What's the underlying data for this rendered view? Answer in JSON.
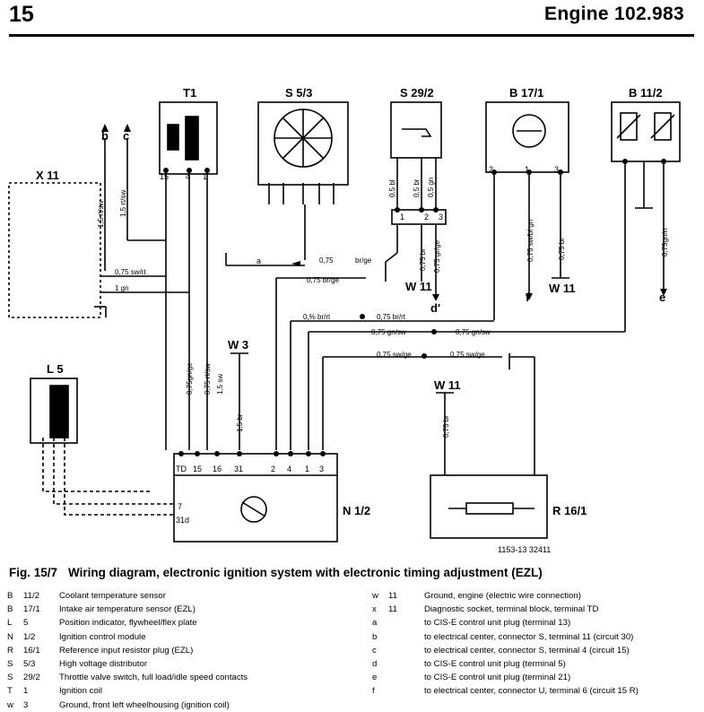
{
  "header": {
    "page_number": "15",
    "title": "Engine   102.983"
  },
  "components": {
    "T1": "T1",
    "S5_3": "S 5/3",
    "S29_2": "S 29/2",
    "B17_1": "B 17/1",
    "B11_2": "B 11/2",
    "X11": "X 11",
    "L5": "L 5",
    "N1_2": "N 1/2",
    "R16_1": "R 16/1",
    "W3": "W 3",
    "W11a": "W 11",
    "W11b": "W 11",
    "W11c": "W 11"
  },
  "wires": {
    "w15rtsw": "1,5 rt/sw",
    "w075swrt": "0,75 sw/rt",
    "w1gn": "1 gn",
    "w075gnge": "0,75gn/ge",
    "w075rtsw": "0,75 rt/sw",
    "w15sw": "1,5 sw",
    "w15br": "1,5 br",
    "w075_a": "0,75",
    "wbrge": "br/ge",
    "w075brge": "0,75 br/ge",
    "w05bl": "0,5 bl",
    "w05br": "0,5 br",
    "w05gn": "0,5 gn",
    "w075br_s": "0,75 br",
    "w075grge": "0,75 gr/ge",
    "w075swbl": "0,75 sw/bl gn",
    "w075br_b": "0,75 br",
    "w075gnrt": "0,75gn/rt",
    "w075brrt_a": "0,% br/rt",
    "w075brrt_b": "0,75 br/rt",
    "w075gnsw_a": "0,75 gn/sw",
    "w075gnsw_b": "0,75 gn/sw",
    "w075swge": "0,75 sw/ge",
    "w075swge_b": "0,75 sw/ge",
    "w075br_w": "0,75 br"
  },
  "markers": {
    "b": "b",
    "c": "c",
    "a": "a",
    "d": "d'",
    "f": "f",
    "e": "e"
  },
  "pins": {
    "t1_15": "15",
    "t1_4": "4",
    "t1_1": "1",
    "s29_1": "1",
    "s29_2": "2",
    "s29_3": "3",
    "b17_2": "2",
    "b17_1": "1",
    "b17_3": "3",
    "n_td": "TD",
    "n_15": "15",
    "n_16": "16",
    "n_31": "31",
    "n_2": "2",
    "n_4": "4",
    "n_1": "1",
    "n_3": "3",
    "n_7": "7",
    "n_31d": "31d"
  },
  "ref_number": "1153-13   32411",
  "caption": {
    "fig": "Fig. 15/7",
    "text": "Wiring diagram, electronic ignition system with electronic timing adjustment (EZL)"
  },
  "legend_left": [
    {
      "code": "B",
      "num": "11/2",
      "desc": "Coolant temperature sensor"
    },
    {
      "code": "B",
      "num": "17/1",
      "desc": "Intake air temperature sensor (EZL)"
    },
    {
      "code": "L",
      "num": "5",
      "desc": "Position indicator, flywheel/flex plate"
    },
    {
      "code": "N",
      "num": "1/2",
      "desc": "Ignition control module"
    },
    {
      "code": "R",
      "num": "16/1",
      "desc": "Reference input resistor plug (EZL)"
    },
    {
      "code": "S",
      "num": "5/3",
      "desc": "High voltage distributor"
    },
    {
      "code": "S",
      "num": "29/2",
      "desc": "Throttle valve switch, full load/idle speed contacts"
    },
    {
      "code": "T",
      "num": "1",
      "desc": "Ignition coil"
    },
    {
      "code": "w",
      "num": "3",
      "desc": "Ground, front left wheelhousing (ignition coil)"
    }
  ],
  "legend_right": [
    {
      "code": "w",
      "num": "11",
      "desc": "Ground, engine (electric wire connection)"
    },
    {
      "code": "x",
      "num": "11",
      "desc": "Diagnostic socket, terminal block, terminal TD"
    },
    {
      "code": "a",
      "num": "",
      "desc": "to CIS-E control unit plug (terminal 13)"
    },
    {
      "code": "b",
      "num": "",
      "desc": "to electrical center, connector S, terminal 11 (circuit 30)"
    },
    {
      "code": "c",
      "num": "",
      "desc": "to electrical center, connector S, terminal 4 (circuit 15)"
    },
    {
      "code": "d",
      "num": "",
      "desc": "to CIS-E control unit plug (terminal 5)"
    },
    {
      "code": "e",
      "num": "",
      "desc": "to CIS-E control unit plug (terminal 21)"
    },
    {
      "code": "f",
      "num": "",
      "desc": "to electrical center, connector U, terminal 6 (circuit 15 R)"
    }
  ]
}
